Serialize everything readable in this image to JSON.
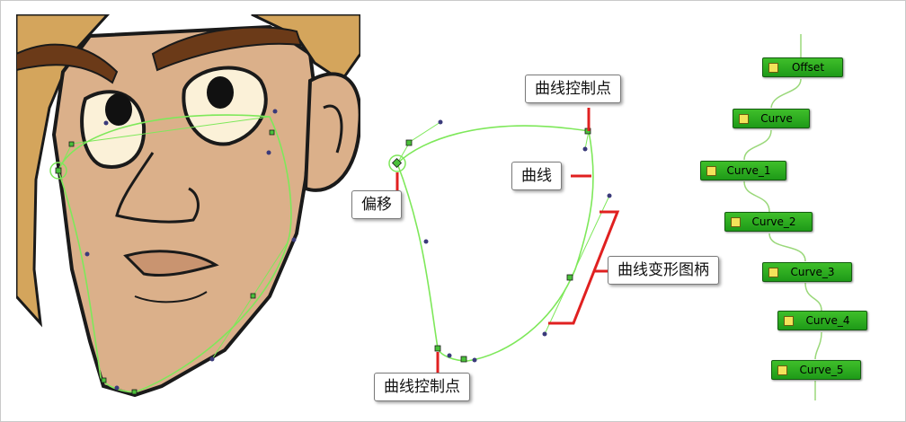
{
  "callouts": {
    "control_point_top": "曲线控制点",
    "curve": "曲线",
    "offset": "偏移",
    "deform_handle": "曲线变形图柄",
    "control_point_bottom": "曲线控制点"
  },
  "nodes": [
    {
      "label": "Offset"
    },
    {
      "label": "Curve"
    },
    {
      "label": "Curve_1"
    },
    {
      "label": "Curve_2"
    },
    {
      "label": "Curve_3"
    },
    {
      "label": "Curve_4"
    },
    {
      "label": "Curve_5"
    }
  ],
  "colors": {
    "skin": "#dbb08a",
    "hair": "#d4a55c",
    "brow": "#6b3a18",
    "outline": "#1a1a1a",
    "curve_green": "#7ee85a",
    "handle_dot": "#3a3a7a",
    "callout_line": "#e02020",
    "node_green": "#2aaa20",
    "node_check": "#f3e35a"
  }
}
